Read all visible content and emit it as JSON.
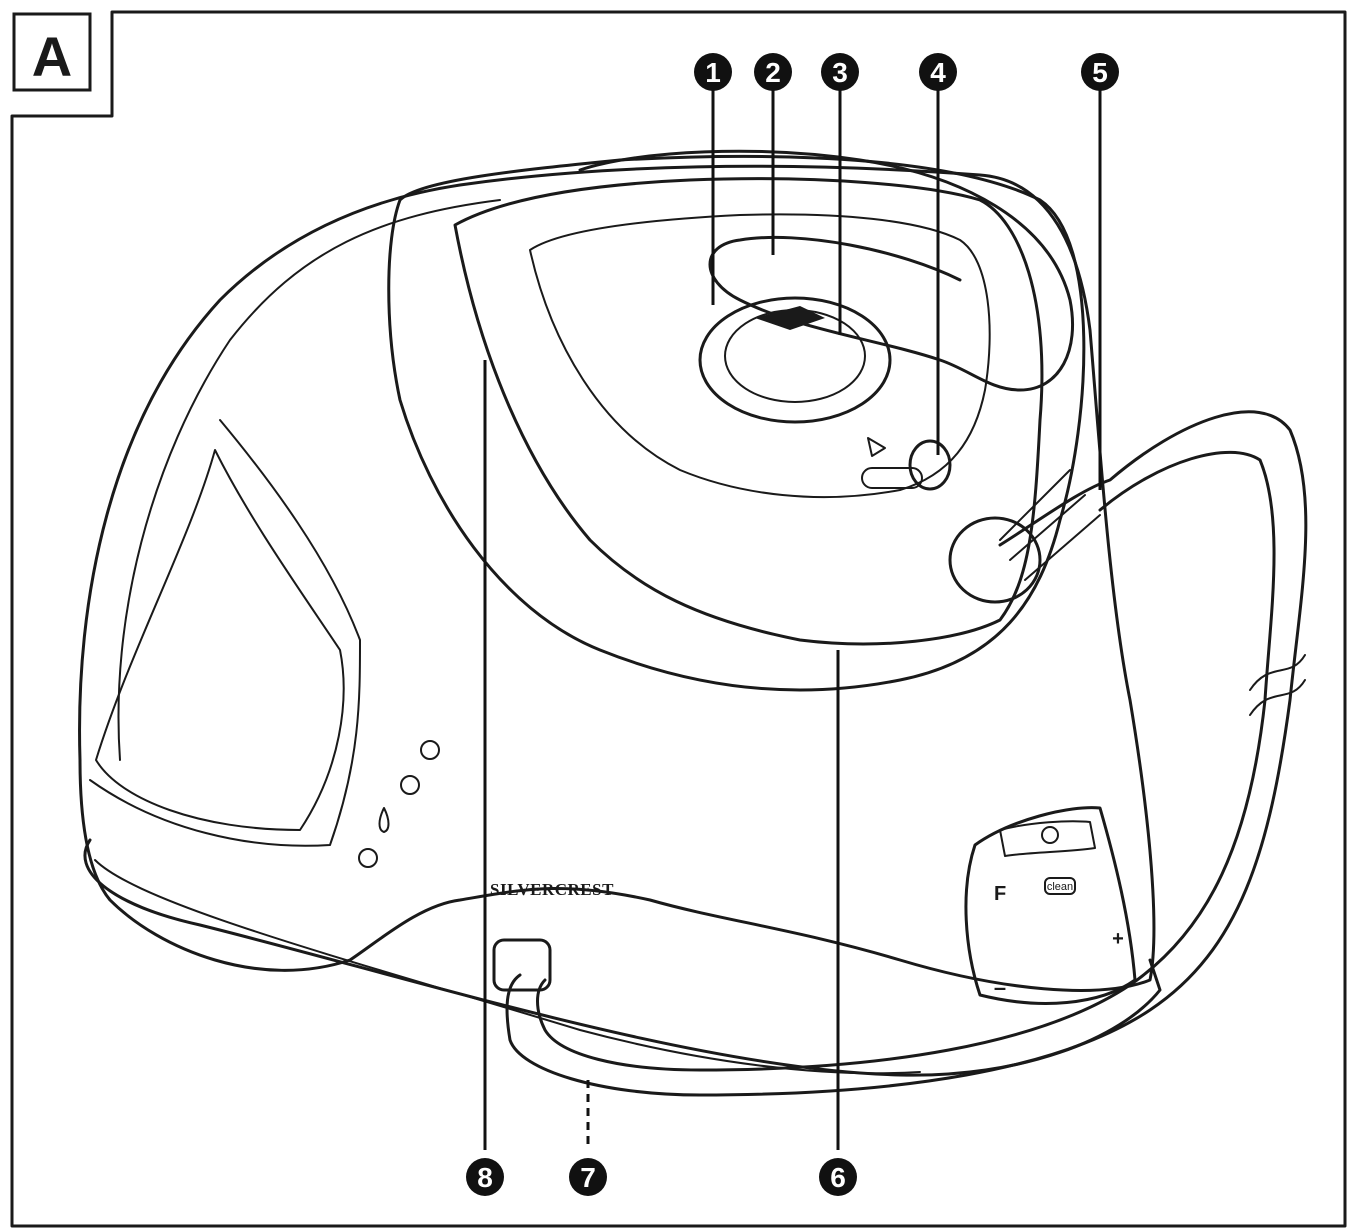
{
  "figure": {
    "panel_label": "A",
    "brand": "SILVERCREST",
    "callouts": [
      {
        "num": "1",
        "part": "1"
      },
      {
        "num": "2",
        "part": "2"
      },
      {
        "num": "3",
        "part": "3"
      },
      {
        "num": "4",
        "part": "4"
      },
      {
        "num": "5",
        "part": "5"
      },
      {
        "num": "6",
        "part": "6"
      },
      {
        "num": "7",
        "part": "7"
      },
      {
        "num": "8",
        "part": "8"
      }
    ],
    "control_panel": {
      "f_label": "F",
      "clean_label": "clean",
      "plus_label": "+",
      "minus_label": "–"
    }
  }
}
